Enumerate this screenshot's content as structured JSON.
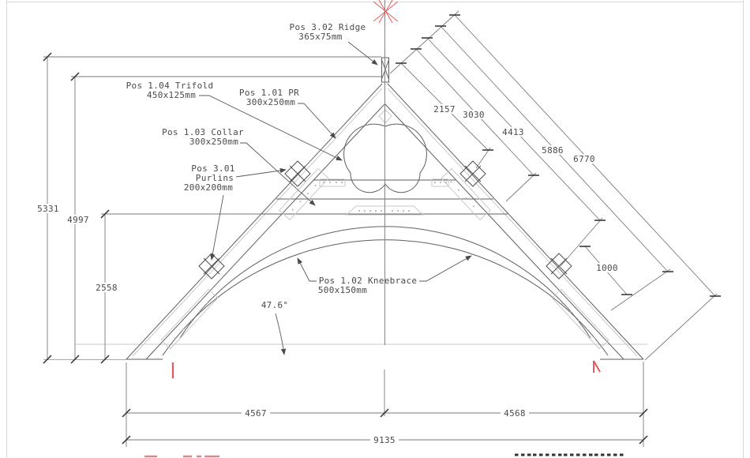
{
  "drawing": {
    "type": "timber-roof-truss-section",
    "labels": {
      "ridge": {
        "l1": "Pos 3.02 Ridge",
        "l2": "365x75mm"
      },
      "trifold": {
        "l1": "Pos 1.04 Trifold",
        "l2": "450x125mm"
      },
      "pr": {
        "l1": "Pos 1.01 PR",
        "l2": "300x250mm"
      },
      "collar": {
        "l1": "Pos 1.03 Collar",
        "l2": "300x250mm"
      },
      "purlins": {
        "l1": "Pos 3.01",
        "l2": "Purlins",
        "l3": "200x200mm"
      },
      "kneebrace": {
        "l1": "Pos 1.02 Kneebrace",
        "l2": "500x150mm"
      }
    },
    "dimensions": {
      "height_total": "5331",
      "height_underside": "4997",
      "height_collar": "2558",
      "rafter_1": "2157",
      "rafter_2": "3030",
      "rafter_3": "4413",
      "rafter_4": "5886",
      "rafter_5": "6770",
      "purlin_offset": "1000",
      "span_left": "4567",
      "span_right": "4568",
      "span_total": "9135",
      "pitch_angle": "47.6°"
    },
    "colors": {
      "member_line": "#5f5f5f",
      "dimension_line": "#7a7a7a",
      "light_detail": "#c9c9c9",
      "centerline_red": "#e05c5c",
      "text": "#4a4a4a"
    }
  }
}
